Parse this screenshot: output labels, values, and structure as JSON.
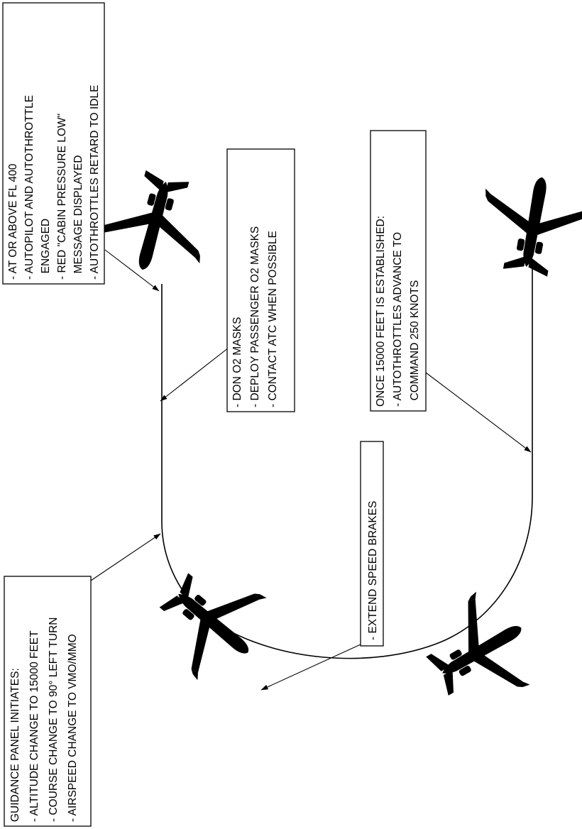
{
  "callouts": {
    "cruise": {
      "lines": [
        "- AT OR ABOVE FL 400",
        "- AUTOPILOT AND AUTOTHROTTLE",
        "  ENGAGED",
        "- RED \"CABIN PRESSURE LOW\"",
        "  MESSAGE DISPLAYED",
        "- AUTOTHROTTLES RETARD TO IDLE"
      ]
    },
    "masks": {
      "lines": [
        "- DON O2 MASKS",
        "- DEPLOY PASSENGER O2 MASKS",
        "- CONTACT ATC WHEN POSSIBLE"
      ]
    },
    "guidance": {
      "lines": [
        "GUIDANCE PANEL INITIATES:",
        "- ALTITUDE CHANGE TO 15000 FEET",
        "- COURSE CHANGE TO 90° LEFT TURN",
        "- AIRSPEED CHANGE TO VMO/MMO"
      ]
    },
    "speed_brakes": {
      "lines": [
        "- EXTEND SPEED BRAKES"
      ]
    },
    "level_off": {
      "lines": [
        "ONCE 15000 FEET IS ESTABLISHED:",
        "- AUTOTHROTTLES ADVANCE TO",
        "  COMMAND 250 KNOTS"
      ]
    }
  },
  "colors": {
    "ink": "#000000",
    "paper": "#ffffff"
  }
}
